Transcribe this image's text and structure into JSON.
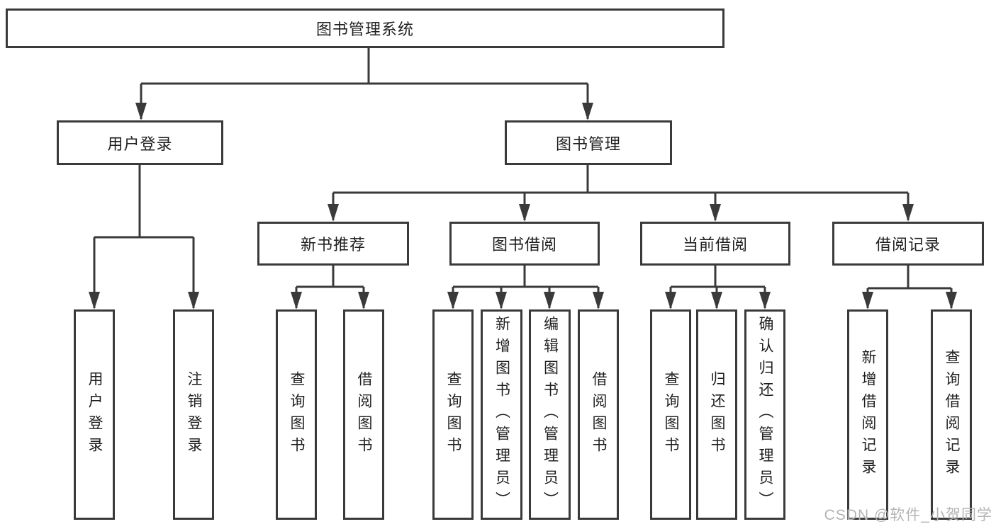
{
  "watermark": "CSDN @软件_小贺同学",
  "colors": {
    "line": "#3a3a3a",
    "box_border": "#3a3a3a",
    "text": "#1f1f1f",
    "watermark": "#b4b4b4",
    "background": "#ffffff"
  },
  "tree": {
    "root": {
      "label": "图书管理系统"
    },
    "children": [
      {
        "label": "用户登录",
        "children": [
          {
            "label": "用户登录"
          },
          {
            "label": "注销登录"
          }
        ]
      },
      {
        "label": "图书管理",
        "children": [
          {
            "label": "新书推荐",
            "children": [
              {
                "label": "查询图书"
              },
              {
                "label": "借阅图书"
              }
            ]
          },
          {
            "label": "图书借阅",
            "children": [
              {
                "label": "查询图书"
              },
              {
                "label": "新增图书（管理员）"
              },
              {
                "label": "编辑图书（管理员）"
              },
              {
                "label": "借阅图书"
              }
            ]
          },
          {
            "label": "当前借阅",
            "children": [
              {
                "label": "查询图书"
              },
              {
                "label": "归还图书"
              },
              {
                "label": "确认归还（管理员）"
              }
            ]
          },
          {
            "label": "借阅记录",
            "children": [
              {
                "label": "新增借阅记录"
              },
              {
                "label": "查询借阅记录"
              }
            ]
          }
        ]
      }
    ]
  }
}
